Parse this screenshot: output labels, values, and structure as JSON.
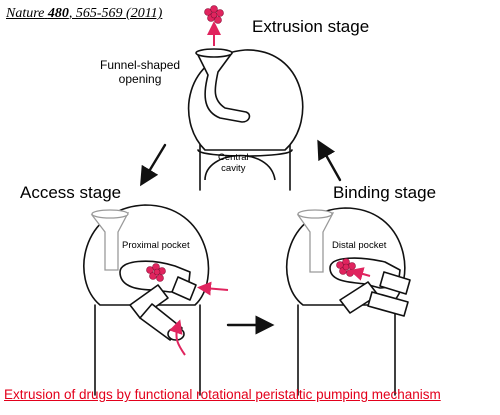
{
  "reference": {
    "journal": "Nature",
    "volume": "480",
    "pages": ", 565-569 (2011)"
  },
  "stages": {
    "extrusion": "Extrusion stage",
    "access": "Access stage",
    "binding": "Binding stage"
  },
  "labels": {
    "funnel_line1": "Funnel-shaped",
    "funnel_line2": "opening",
    "central_line1": "Central",
    "central_line2": "cavity",
    "proximal_pocket": "Proximal pocket",
    "distal_pocket": "Distal pocket"
  },
  "caption": "Extrusion of drugs by functional rotational peristaltic pumping mechanism",
  "colors": {
    "drug": "#e0245e",
    "caption": "#e3001b"
  }
}
